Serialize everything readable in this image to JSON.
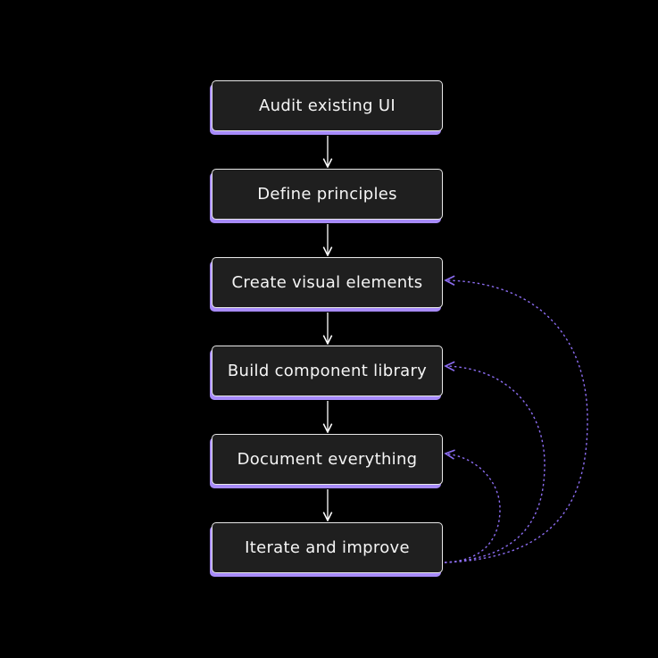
{
  "steps": [
    "Audit existing UI",
    "Define principles",
    "Create visual elements",
    "Build component library",
    "Document everything",
    "Iterate and improve"
  ],
  "colors": {
    "background": "#000000",
    "box_fill": "#1f1f1f",
    "box_border": "#e8e8e8",
    "box_shadow": "#a78bfa",
    "arrow": "#ffffff",
    "feedback_arrow": "#8b6cf0",
    "text": "#f5f5f5"
  },
  "feedback_links": [
    {
      "from": "Iterate and improve",
      "to": "Create visual elements"
    },
    {
      "from": "Iterate and improve",
      "to": "Build component library"
    },
    {
      "from": "Iterate and improve",
      "to": "Document everything"
    }
  ]
}
